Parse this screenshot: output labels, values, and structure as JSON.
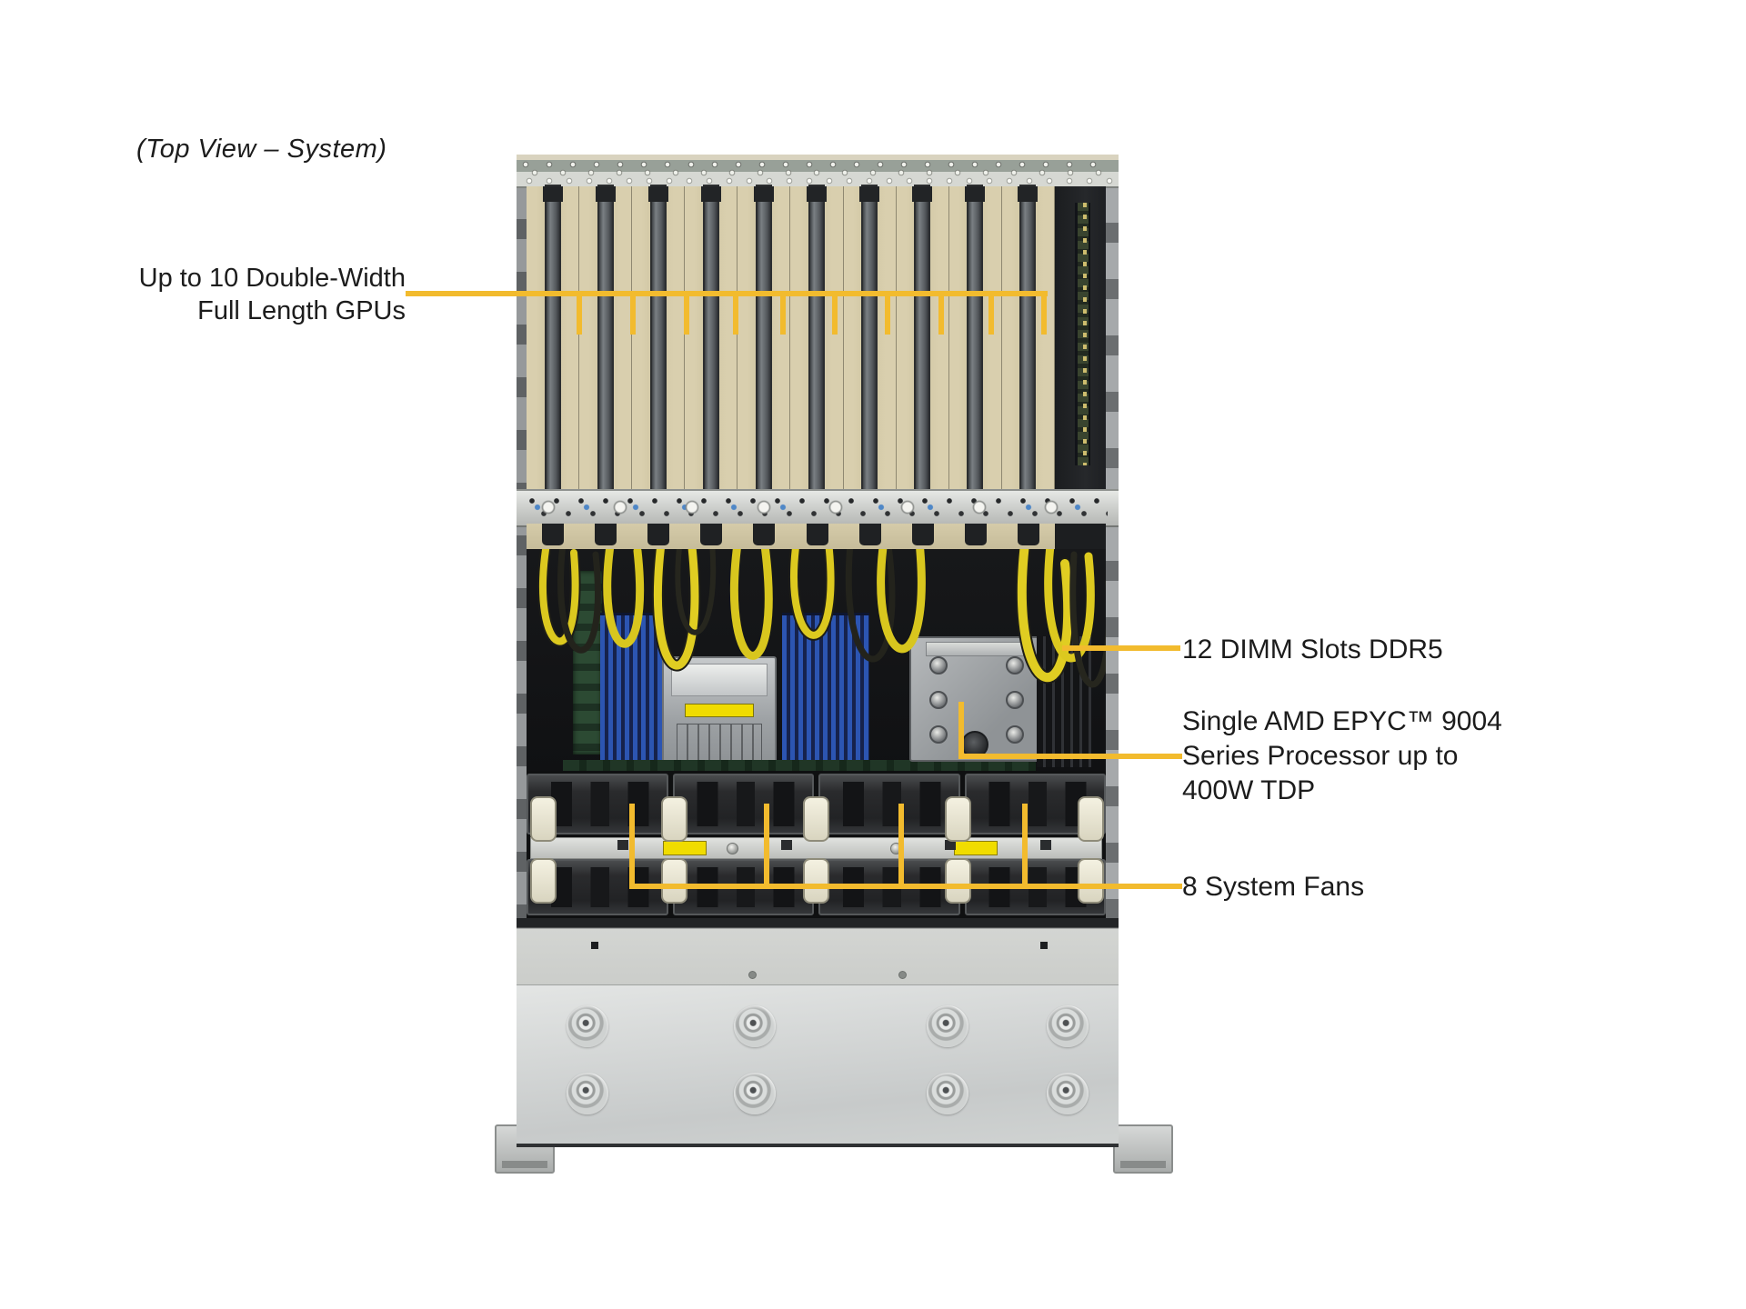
{
  "title": "(Top View – System)",
  "labels": {
    "gpu": {
      "lines": [
        "Up to 10 Double-Width",
        "Full Length GPUs"
      ]
    },
    "dimm": {
      "lines": [
        "12 DIMM Slots DDR5"
      ]
    },
    "cpu": {
      "lines": [
        "Single AMD EPYC™ 9004",
        "Series Processor up to",
        "400W TDP"
      ]
    },
    "fans": {
      "lines": [
        "8 System Fans"
      ]
    }
  },
  "figure": {
    "gpu_slot_count": 10,
    "gpu_leader_tick_count": 10,
    "fan_rows": 2,
    "fan_columns": 4,
    "fan_count": 8,
    "fan_leader_tick_count": 4,
    "grommet_count": 8,
    "warning_sticker_count": 2,
    "heatsink_screw_count": 6
  },
  "colors": {
    "background": "#FFFFFF",
    "text": "#1C1C1C",
    "annotation_line": "#F2BB2E",
    "gpu_card": "#D9CFAE",
    "gpu_slot_rail": "#5E6266",
    "chassis_light": "#D6D8D6",
    "interior_dark": "#17181A",
    "cable_yellow": "#DCC91F",
    "dimm_blue": "#2C55B2",
    "fan_dark": "#2A2B2D",
    "latch_cream": "#E9E5D2",
    "sticker_yellow": "#F0DC00",
    "pcb_green": "#2C4A33"
  }
}
